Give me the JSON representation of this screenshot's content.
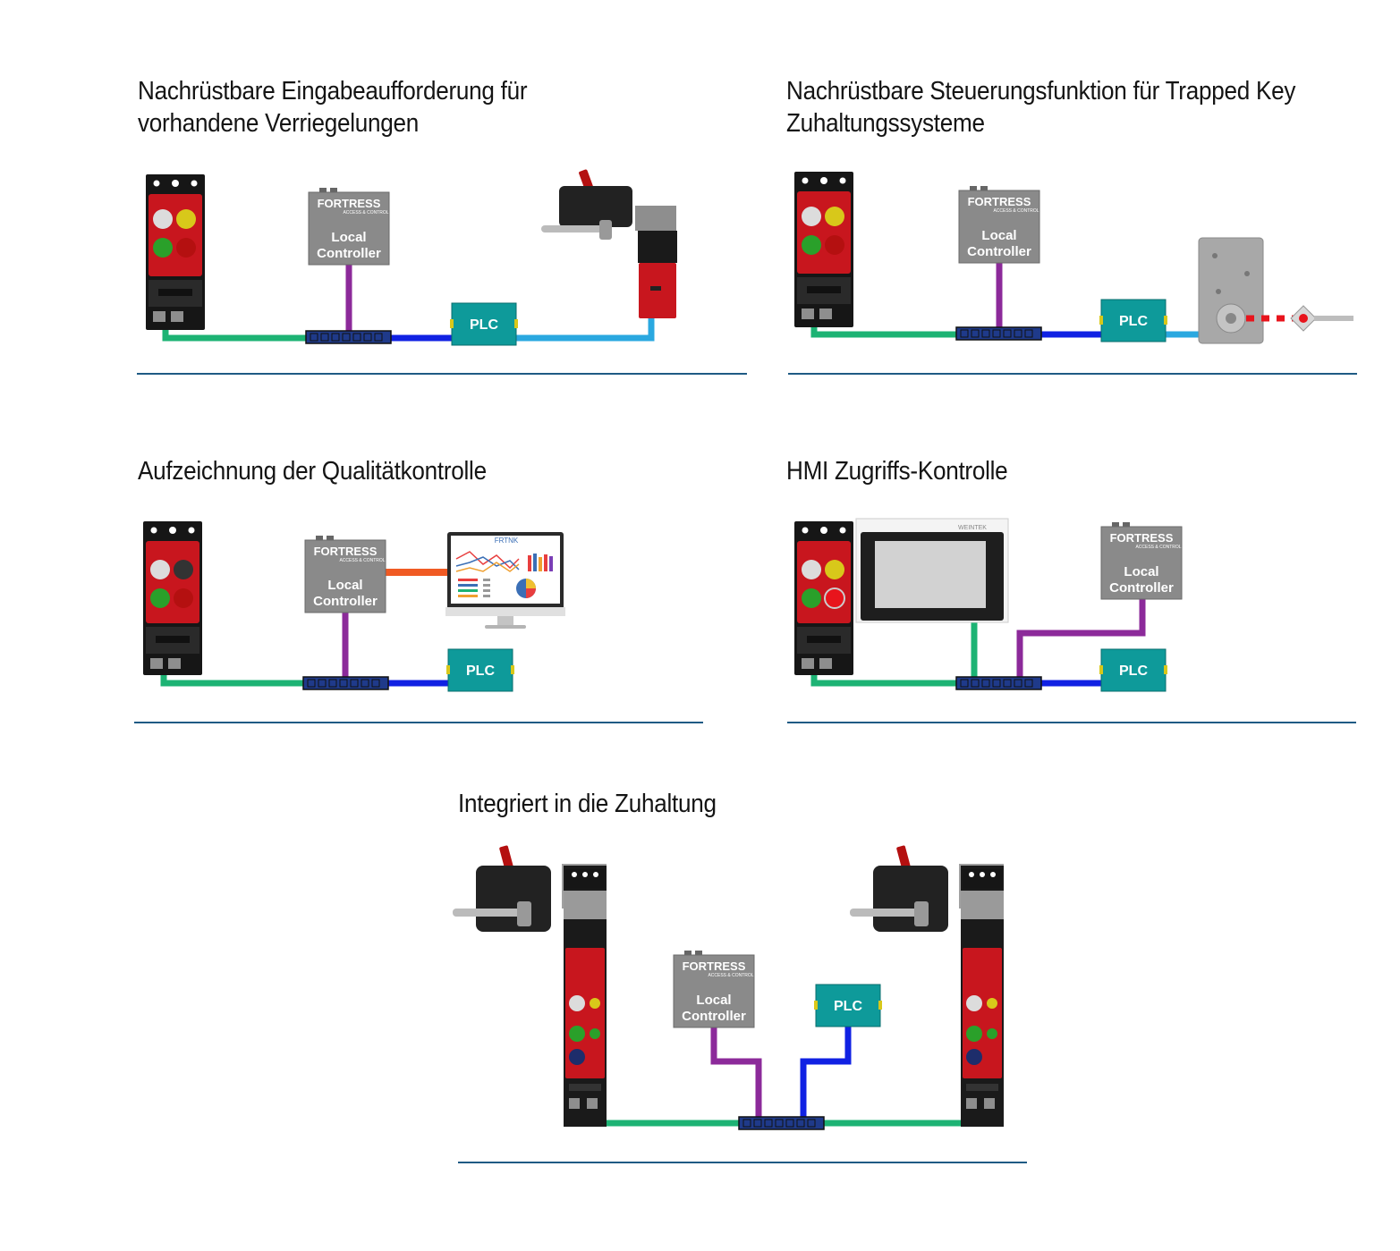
{
  "sections": [
    {
      "title_lines": [
        "Nachrüstbare Eingabeaufforderung für",
        "vorhandene Verriegelungen"
      ]
    },
    {
      "title_lines": [
        "Nachrüstbare Steuerungsfunktion für Trapped Key",
        "Zuhaltungssysteme"
      ]
    },
    {
      "title_lines": [
        "Aufzeichnung der Qualitätkontrolle"
      ]
    },
    {
      "title_lines": [
        "HMI Zugriffs-Kontrolle"
      ]
    },
    {
      "title_lines": [
        "Integriert in die Zuhaltung"
      ]
    }
  ],
  "controller": {
    "brand": "FORTRESS",
    "tagline": "ACCESS & CONTROL",
    "line1": "Local",
    "line2": "Controller"
  },
  "plc": {
    "label": "PLC"
  },
  "monitor": {
    "logo": "FRTNK",
    "hmi_brand": "WEINTEK"
  },
  "colors": {
    "ethernet": "#1db374",
    "controller_link": "#8c2a9a",
    "plc_link": "#1021e3",
    "plc_box": "#0e9a9a",
    "plc_io": "#2aa8e0",
    "monitor_link": "#f05a23",
    "trapped_key": "#e8141c",
    "rule": "#1f5b84",
    "device_red": "#c8161e",
    "controller_grey": "#8a8a8a"
  }
}
